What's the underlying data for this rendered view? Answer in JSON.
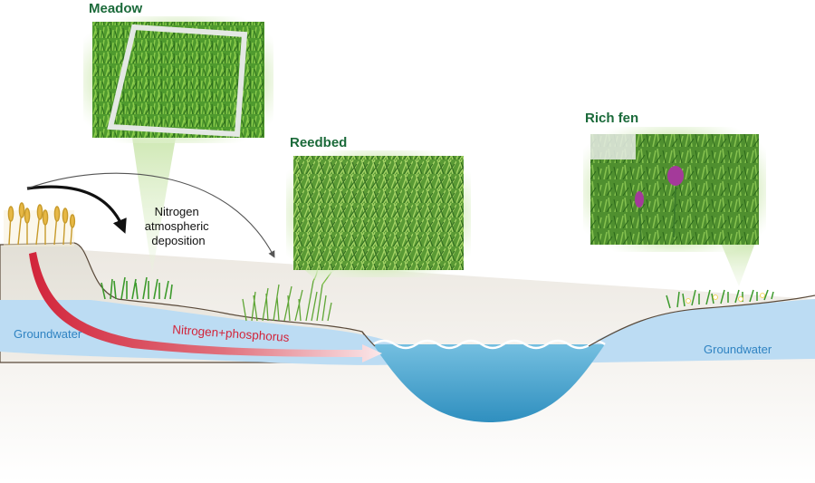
{
  "habitats": {
    "meadow": {
      "title": "Meadow"
    },
    "reedbed": {
      "title": "Reedbed"
    },
    "rich_fen": {
      "title": "Rich fen"
    }
  },
  "labels": {
    "groundwater_left": "Groundwater",
    "groundwater_right": "Groundwater",
    "nutrient_flow": "Nitrogen+phosphorus",
    "deposition_line1": "Nitrogen",
    "deposition_line2": "atmospheric",
    "deposition_line3": "deposition"
  },
  "colors": {
    "habitat_title": "#1b6a3a",
    "groundwater": "#bcdcf3",
    "groundwater_text": "#2f83c2",
    "nutrient_arrow": "#d2243a",
    "pond": "#3f9ec6",
    "ground": "#f2efea",
    "grass": "#3c9a2c"
  }
}
